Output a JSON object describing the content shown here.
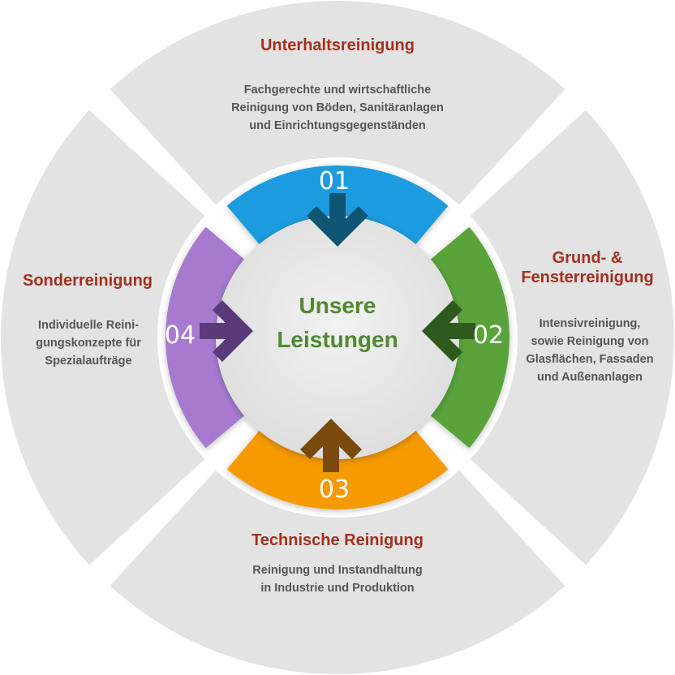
{
  "center": {
    "line1": "Unsere",
    "line2": "Leistungen"
  },
  "segments": [
    {
      "number": "01",
      "title": "Unterhaltsreinigung",
      "desc": [
        "Fachgerechte und wirtschaftliche",
        "Reinigung von Böden, Sanitäranlagen",
        "und Einrichtungsgegenständen"
      ],
      "color": "#1a9be0",
      "arrow_color": "#0f5674"
    },
    {
      "number": "02",
      "title": [
        "Grund- &",
        "Fensterreinigung"
      ],
      "desc": [
        "Intensivreinigung,",
        "sowie Reinigung von",
        "Glasflächen, Fassaden",
        "und Außenanlagen"
      ],
      "color": "#5aa33a",
      "arrow_color": "#2e5a1e"
    },
    {
      "number": "03",
      "title": "Technische Reinigung",
      "desc": [
        "Reinigung und Instandhaltung",
        "in Industrie und Produktion"
      ],
      "color": "#f59a00",
      "arrow_color": "#7a4a0c"
    },
    {
      "number": "04",
      "title": "Sonderreinigung",
      "desc": [
        "Individuelle Reini-",
        "gungskonzepte für",
        "Spezialaufträge"
      ],
      "color": "#a77ad0",
      "arrow_color": "#5a3a78"
    }
  ],
  "colors": {
    "outer_ring": "#e3e3e3",
    "center_disc": "#e8e8e8",
    "title": "#a4301e",
    "center_text": "#4f8a2c",
    "desc": "#555555"
  }
}
